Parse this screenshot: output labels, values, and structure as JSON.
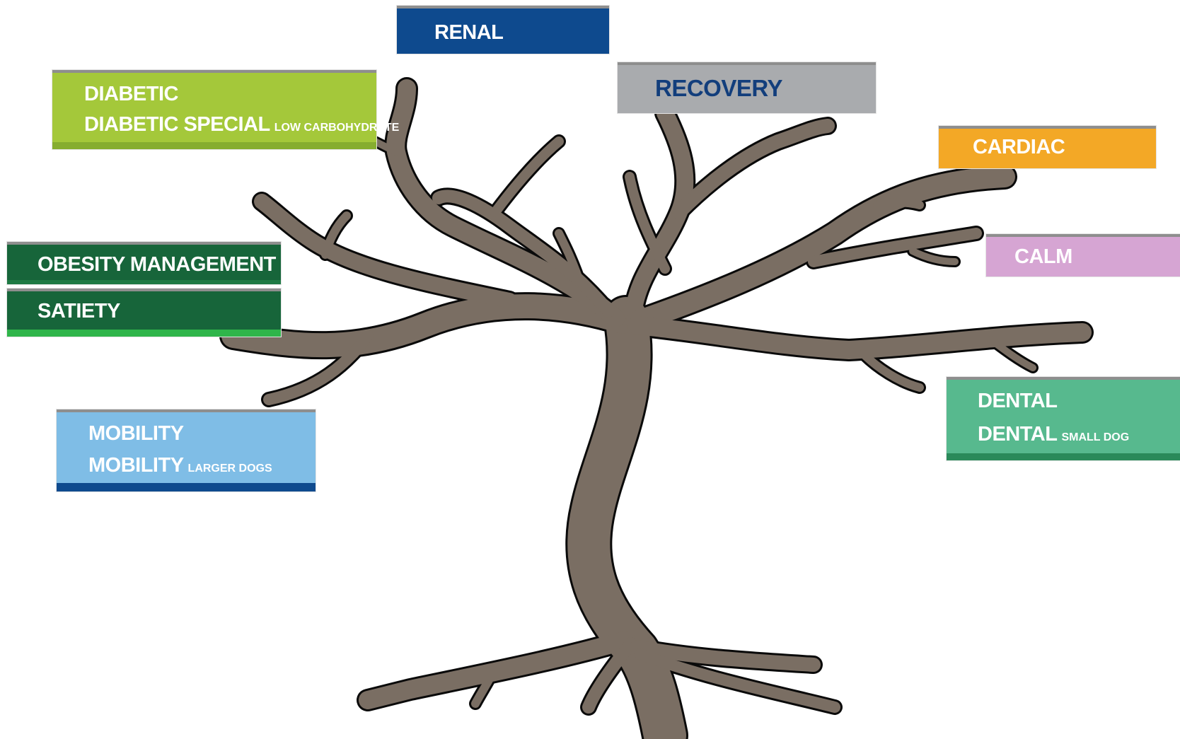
{
  "colors": {
    "trunk_fill": "#7a6e63",
    "trunk_outline": "#0a0a0a",
    "renal": "#0e4a8e",
    "recovery": "#a9abae",
    "recovery_text": "#123e7c",
    "diabetic": "#a4c83a",
    "cardiac": "#f3a826",
    "calm": "#d6a5d3",
    "obesity": "#17653a",
    "satiety_stripe": "#2fb54a",
    "mobility": "#7fbde6",
    "dental": "#57b98e"
  },
  "labels": {
    "renal": "RENAL",
    "recovery": "RECOVERY",
    "diabetic": {
      "line1": "DIABETIC",
      "line2": "DIABETIC SPECIAL",
      "line2_small": "LOW CARBOHYDRATE"
    },
    "cardiac": "CARDIAC",
    "calm": "CALM",
    "obesity": "OBESITY MANAGEMENT",
    "satiety": "SATIETY",
    "mobility": {
      "line1": "MOBILITY",
      "line2": "MOBILITY",
      "line2_small": "LARGER DOGS"
    },
    "dental": {
      "line1": "DENTAL",
      "line2": "DENTAL",
      "line2_small": "SMALL DOG"
    }
  }
}
